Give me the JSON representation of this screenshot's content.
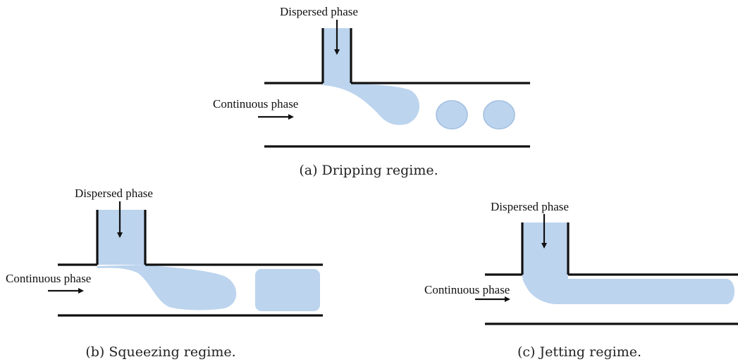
{
  "colors": {
    "fluid": "#bcd4ee",
    "droplet_fill": "#bcd4ee",
    "droplet_edge": "#a3bfe0",
    "wall": "#111111",
    "text": "#111111"
  },
  "panels": {
    "a": {
      "dispersed_label": "Dispersed phase",
      "continuous_label": "Continuous phase",
      "caption": "(a) Dripping regime."
    },
    "b": {
      "dispersed_label": "Dispersed phase",
      "continuous_label": "Continuous phase",
      "caption": "(b) Squeezing regime."
    },
    "c": {
      "dispersed_label": "Dispersed phase",
      "continuous_label": "Continuous phase",
      "caption": "(c) Jetting regime."
    }
  }
}
